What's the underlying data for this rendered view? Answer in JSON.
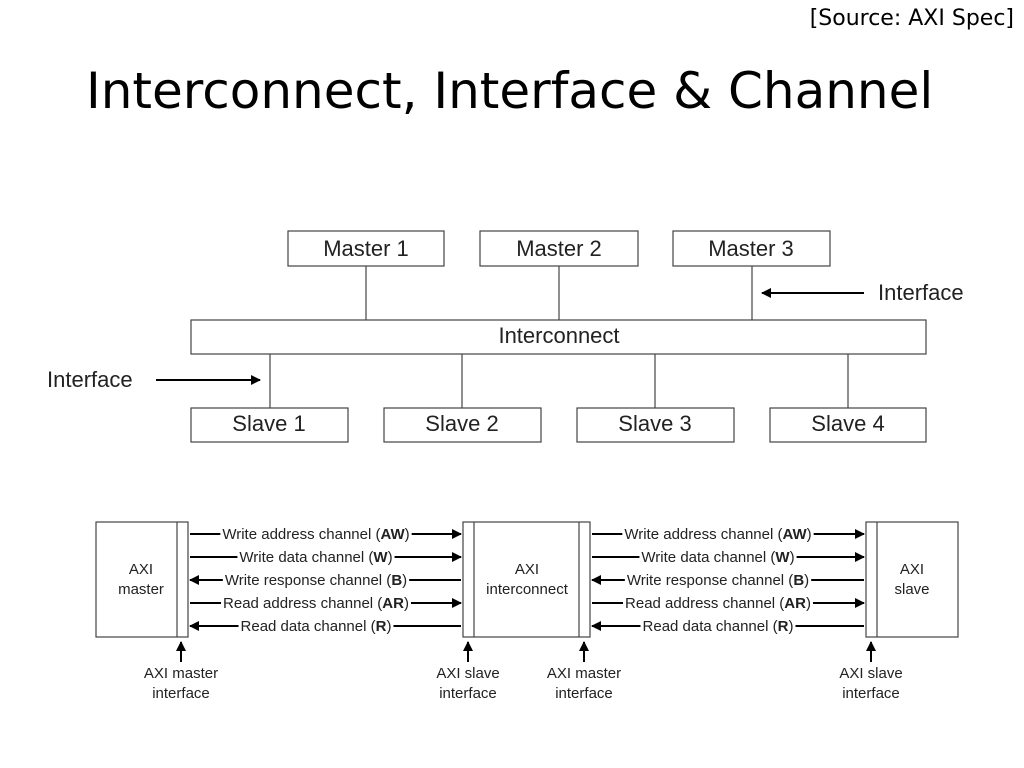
{
  "source": "[Source: AXI Spec]",
  "title": "Interconnect, Interface & Channel",
  "topology": {
    "masters": [
      "Master 1",
      "Master 2",
      "Master 3"
    ],
    "interconnect": "Interconnect",
    "slaves": [
      "Slave 1",
      "Slave 2",
      "Slave 3",
      "Slave 4"
    ],
    "interface_label_top": "Interface",
    "interface_label_left": "Interface"
  },
  "channels": {
    "blocks": {
      "master": [
        "AXI",
        "master"
      ],
      "interconnect": [
        "AXI",
        "interconnect"
      ],
      "slave": [
        "AXI",
        "slave"
      ]
    },
    "list": [
      {
        "pre": "Write address channel (",
        "abbr": "AW",
        "post": ")",
        "direction": "forward"
      },
      {
        "pre": "Write data channel (",
        "abbr": "W",
        "post": ")",
        "direction": "forward"
      },
      {
        "pre": "Write response channel (",
        "abbr": "B",
        "post": ")",
        "direction": "backward"
      },
      {
        "pre": "Read address channel (",
        "abbr": "AR",
        "post": ")",
        "direction": "forward"
      },
      {
        "pre": "Read data channel (",
        "abbr": "R",
        "post": ")",
        "direction": "backward"
      }
    ],
    "interface_labels": [
      [
        "AXI master",
        "interface"
      ],
      [
        "AXI slave",
        "interface"
      ],
      [
        "AXI master",
        "interface"
      ],
      [
        "AXI slave",
        "interface"
      ]
    ]
  }
}
